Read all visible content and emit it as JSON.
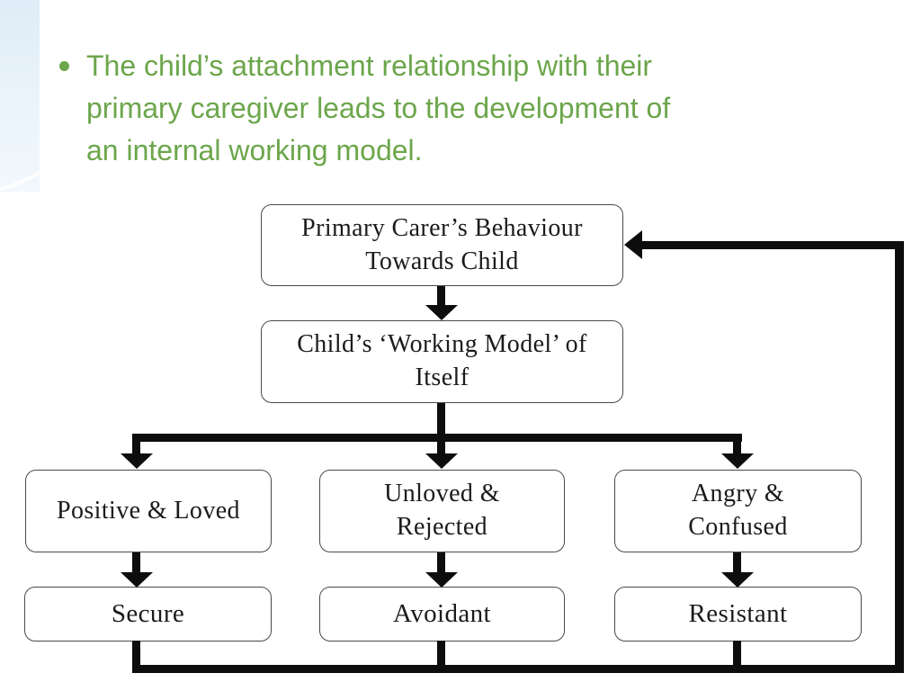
{
  "slide": {
    "bullet": {
      "lines": [
        "The child’s attachment relationship with their",
        "primary caregiver leads to the development of",
        "an internal working model."
      ]
    },
    "colors": {
      "bullet_text_green": "#6ca64c",
      "decoration_blue": "#e3eef8",
      "diagram_line_black": "#0d0d0d",
      "box_border_gray": "#4a4a4a",
      "box_text": "#1b1b1b"
    }
  },
  "diagram": {
    "top_box": {
      "line1": "Primary Carer’s Behaviour",
      "line2": "Towards Child"
    },
    "model_box": {
      "line1": "Child’s ‘Working Model’ of",
      "line2": "Itself"
    },
    "columns": [
      {
        "cause_line1": "Positive & Loved",
        "cause_line2": "",
        "outcome": "Secure"
      },
      {
        "cause_line1": "Unloved &",
        "cause_line2": "Rejected",
        "outcome": "Avoidant"
      },
      {
        "cause_line1": "Angry &",
        "cause_line2": "Confused",
        "outcome": "Resistant"
      }
    ]
  }
}
